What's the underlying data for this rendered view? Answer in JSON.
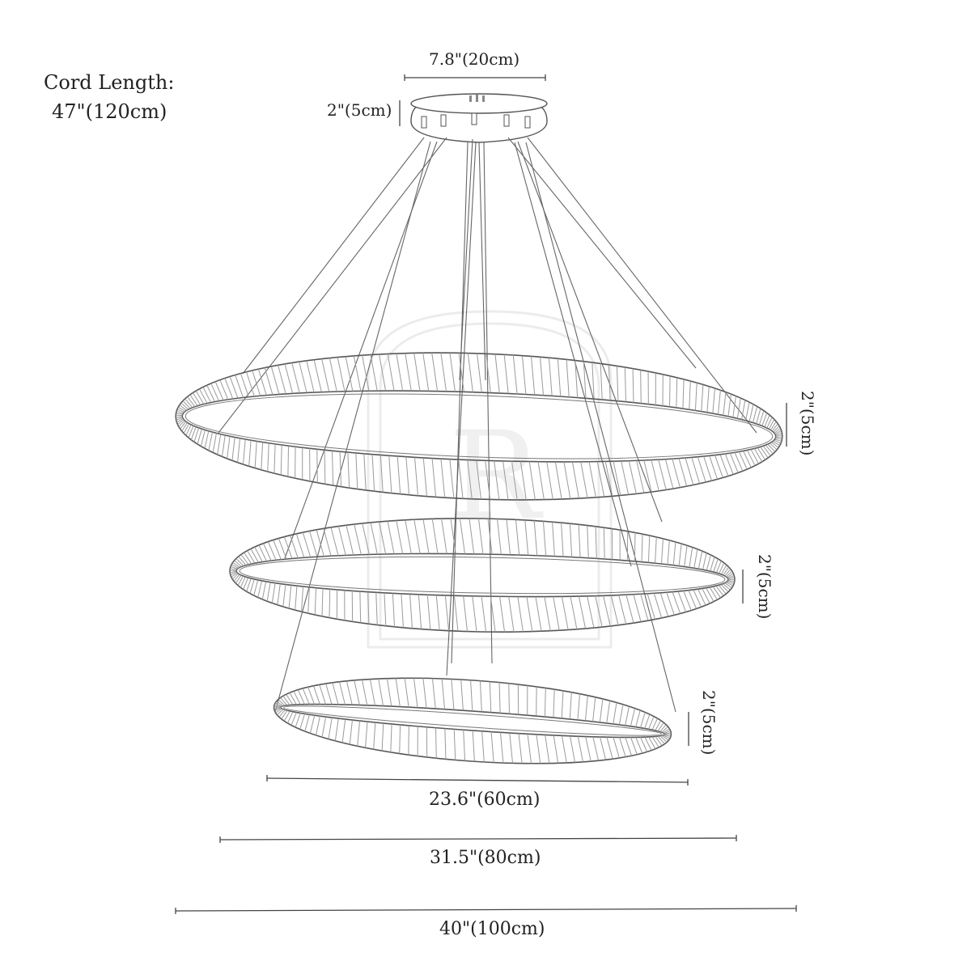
{
  "cord": {
    "label": "Cord Length:",
    "value": "47\"(120cm)"
  },
  "canopy": {
    "width": "7.8\"(20cm)",
    "height": "2\"(5cm)"
  },
  "rings": [
    {
      "height": "2\"(5cm)"
    },
    {
      "height": "2\"(5cm)"
    },
    {
      "height": "2\"(5cm)"
    }
  ],
  "widths": {
    "small": "23.6\"(60cm)",
    "medium": "31.5\"(80cm)",
    "large": "40\"(100cm)"
  },
  "watermark": {
    "letter": "R"
  },
  "colors": {
    "line": "#555555",
    "crystal": "#9a9a9a",
    "watermark": "#eeeeee"
  }
}
